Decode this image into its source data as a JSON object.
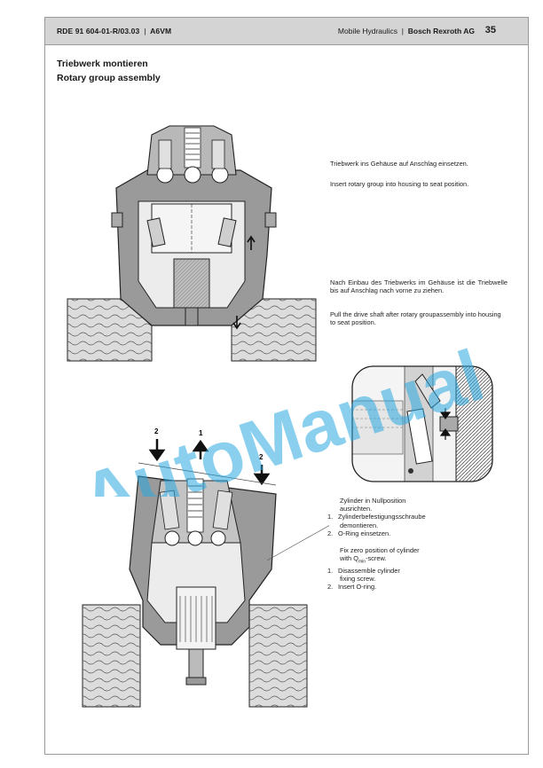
{
  "header": {
    "doc_ref": "RDE 91 604-01-R/03.03",
    "separator": "|",
    "product": "A6VM",
    "division": "Mobile Hydraulics",
    "company": "Bosch Rexroth AG",
    "page_number": "35"
  },
  "titles": {
    "german": "Triebwerk montieren",
    "english": "Rotary group assembly"
  },
  "instructions": {
    "insert_de": "Triebwerk ins Gehäuse auf Anschlag einsetzen.",
    "insert_en": "Insert rotary group into housing to seat position.",
    "pull_de": "Nach Einbau des Triebwerks im Gehäuse ist die Triebwelle bis auf Anschlag nach vorne zu ziehen.",
    "pull_en": "Pull the drive shaft after rotary groupassembly into housing to seat position."
  },
  "zero_position": {
    "de_intro_1": "Zylinder in Nullposition",
    "de_intro_2": "ausrichten.",
    "de_step1_num": "1.",
    "de_step1_a": "Zylinderbefestigungsschraube",
    "de_step1_b": "demontieren.",
    "de_step2_num": "2.",
    "de_step2": "O-Ring einsetzen.",
    "en_intro_1": "Fix zero position of cylinder",
    "en_intro_2a": "with Q",
    "en_intro_sub": "min",
    "en_intro_2b": "-screw.",
    "en_step1_num": "1.",
    "en_step1_a": "Disassemble cylinder",
    "en_step1_b": "fixing screw.",
    "en_step2_num": "2.",
    "en_step2": "Insert O-ring."
  },
  "figure_labels": {
    "arrow_1": "1",
    "arrow_2_left": "2",
    "arrow_2_right": "2"
  },
  "watermark": {
    "text": "AutoManual",
    "color": "#2aa9e0"
  }
}
